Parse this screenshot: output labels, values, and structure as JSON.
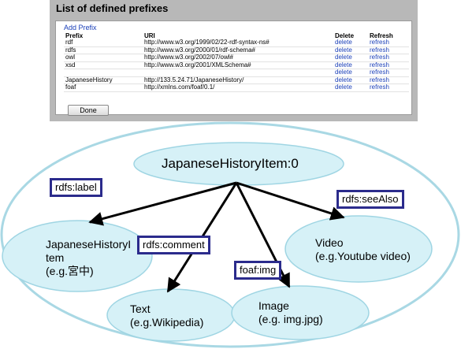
{
  "dialog": {
    "title": "List of defined prefixes",
    "add_prefix": "Add Prefix",
    "headers": {
      "prefix": "Prefix",
      "uri": "URI",
      "delete": "Delete",
      "refresh": "Refresh"
    },
    "rows": [
      {
        "prefix": "rdf",
        "uri": "http://www.w3.org/1999/02/22-rdf-syntax-ns#",
        "delete": "delete",
        "refresh": "refresh"
      },
      {
        "prefix": "rdfs",
        "uri": "http://www.w3.org/2000/01/rdf-schema#",
        "delete": "delete",
        "refresh": "refresh"
      },
      {
        "prefix": "owl",
        "uri": "http://www.w3.org/2002/07/owl#",
        "delete": "delete",
        "refresh": "refresh"
      },
      {
        "prefix": "xsd",
        "uri": "http://www.w3.org/2001/XMLSchema#",
        "delete": "delete",
        "refresh": "refresh"
      },
      {
        "prefix": "",
        "uri": "",
        "delete": "delete",
        "refresh": "refresh"
      },
      {
        "prefix": "JapaneseHistory",
        "uri": "http://133.5.24.71/JapaneseHistory/",
        "delete": "delete",
        "refresh": "refresh"
      },
      {
        "prefix": "foaf",
        "uri": "http://xmlns.com/foaf/0.1/",
        "delete": "delete",
        "refresh": "refresh"
      }
    ],
    "done_label": "Done"
  },
  "diagram": {
    "root": "JapaneseHistoryItem:0",
    "nodes": {
      "label_node": [
        "JapaneseHistoryI",
        "tem",
        "(e.g.宮中)"
      ],
      "text_node": [
        "Text",
        "(e.g.Wikipedia)"
      ],
      "image_node": [
        "Image",
        "(e.g. img.jpg)"
      ],
      "video_node": [
        "Video",
        "(e.g.Youtube video)"
      ]
    },
    "edges": {
      "label": "rdfs:label",
      "comment": "rdfs:comment",
      "img": "foaf:img",
      "seealso": "rdfs:seeAlso"
    },
    "colors": {
      "ellipse_fill": "#d6f1f7",
      "ellipse_stroke": "#9fd5e3",
      "label_border": "#2b2b8c",
      "link": "#1a3fb8"
    }
  }
}
